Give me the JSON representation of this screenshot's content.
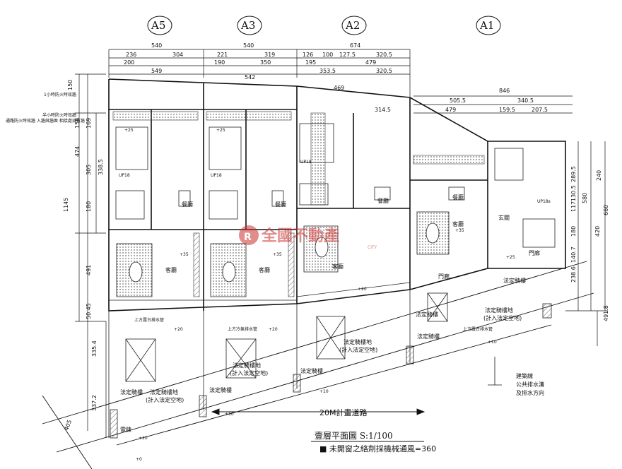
{
  "grid_labels": [
    "A5",
    "A3",
    "A2",
    "A1"
  ],
  "top_dimensions": {
    "row1": [
      "540",
      "540",
      "674"
    ],
    "row2": [
      "236",
      "304",
      "221",
      "319",
      "126",
      "100",
      "127.5",
      "320.5"
    ],
    "row3": [
      "200",
      "190",
      "350",
      "195",
      "479"
    ],
    "row4": [
      "549",
      "353.5",
      "320.5"
    ],
    "row5": [
      "542",
      "469",
      "846"
    ],
    "row6": [
      "505.5",
      "340.5"
    ],
    "row7": [
      "314.5",
      "479",
      "159.5",
      "207.5"
    ]
  },
  "left_dimensions": [
    "150",
    "158",
    "169",
    "474",
    "305",
    "338.5",
    "1145",
    "180",
    "491",
    "50.45",
    "335.4",
    "337.2",
    "405"
  ],
  "right_dimensions": [
    "289.5",
    "240",
    "130.5",
    "117",
    "580",
    "660",
    "420",
    "180",
    "140.7",
    "238.6",
    "491.8"
  ],
  "left_notes": [
    "1小時防火時效牆",
    "通路防火時效牆 入牆與牆面 相接處須有牆",
    "半小時防火時效牆"
  ],
  "rooms": {
    "dining": "餐廳",
    "living": "客廳",
    "entry": "玄關",
    "porch": "門廊",
    "patio": "法定騎樓",
    "patio_area": "法定騎樓地",
    "counted": "(計入法定空地)",
    "counted_short": "(計入法定空地)",
    "up18": "UP18",
    "up18s": "UP18s",
    "elev_35": "+35",
    "elev_25": "+25",
    "elev_20": "+20",
    "elev_10": "+10",
    "elev_0": "+0",
    "electric": "電錶",
    "door": "門廊"
  },
  "callouts": [
    "上方露台排水管",
    "上方冷氣排水管",
    "上方露台排水管"
  ],
  "road_label": "20M計畫道路",
  "legend": {
    "line1": "建築線",
    "line2": "公共排水溝",
    "line3": "及排水方向"
  },
  "title": "壹層平面圖  S:1/100",
  "footnote": "■ 未開窗之絡劑採機械通風=360",
  "watermark": "全國不動產",
  "watermark_sub": "CITY",
  "colors": {
    "line": "#1a1a1a",
    "hatch": "#555555",
    "watermark": "#c9302c"
  }
}
